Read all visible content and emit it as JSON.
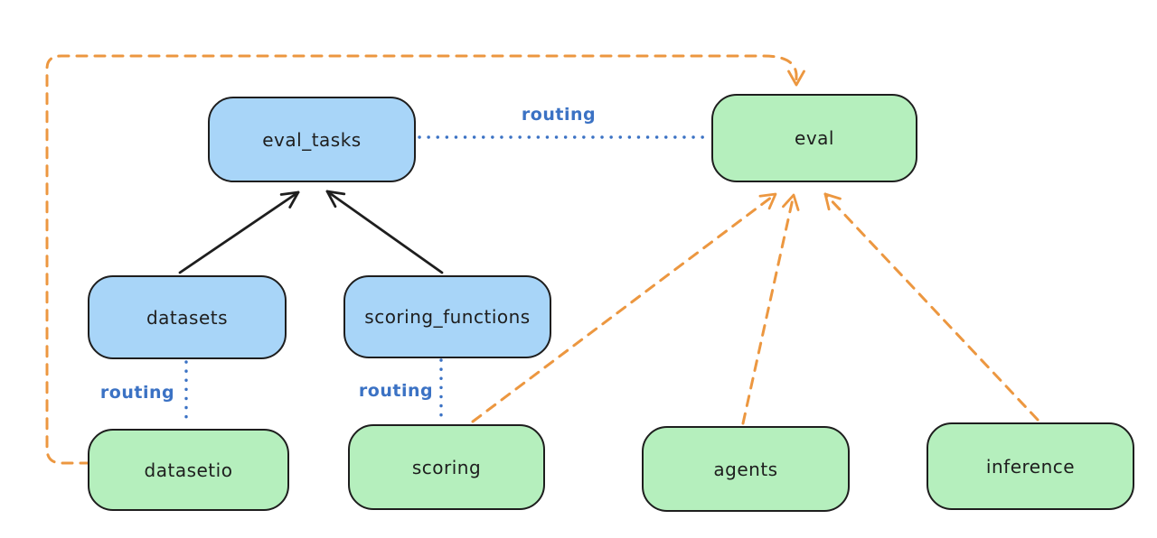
{
  "diagram": {
    "type": "architecture-flow-diagram",
    "background": "#ffffff",
    "colors": {
      "node-border": "#1e1e1e",
      "text": "#1e1e1e",
      "blue-fill": "#a8d5f8",
      "green-fill": "#b5efbd",
      "orange-line": "#ec9740",
      "blue-line": "#3b72c4"
    },
    "nodes": [
      {
        "id": "eval_tasks",
        "label": "eval_tasks",
        "color": "blue"
      },
      {
        "id": "eval",
        "label": "eval",
        "color": "green"
      },
      {
        "id": "datasets",
        "label": "datasets",
        "color": "blue"
      },
      {
        "id": "scoring_functions",
        "label": "scoring_functions",
        "color": "blue"
      },
      {
        "id": "datasetio",
        "label": "datasetio",
        "color": "green"
      },
      {
        "id": "scoring",
        "label": "scoring",
        "color": "green"
      },
      {
        "id": "agents",
        "label": "agents",
        "color": "green"
      },
      {
        "id": "inference",
        "label": "inference",
        "color": "green"
      }
    ],
    "edges": [
      {
        "from": "datasets",
        "to": "eval_tasks",
        "style": "solid",
        "color": "black",
        "arrow": true,
        "label": ""
      },
      {
        "from": "scoring_functions",
        "to": "eval_tasks",
        "style": "solid",
        "color": "black",
        "arrow": true,
        "label": ""
      },
      {
        "from": "eval_tasks",
        "to": "eval",
        "style": "dotted",
        "color": "blue",
        "arrow": false,
        "label": "routing"
      },
      {
        "from": "datasets",
        "to": "datasetio",
        "style": "dotted",
        "color": "blue",
        "arrow": false,
        "label": "routing"
      },
      {
        "from": "scoring_functions",
        "to": "scoring",
        "style": "dotted",
        "color": "blue",
        "arrow": false,
        "label": "routing"
      },
      {
        "from": "datasetio",
        "to": "eval",
        "style": "dashed",
        "color": "orange",
        "arrow": true,
        "label": ""
      },
      {
        "from": "scoring",
        "to": "eval",
        "style": "dashed",
        "color": "orange",
        "arrow": true,
        "label": ""
      },
      {
        "from": "agents",
        "to": "eval",
        "style": "dashed",
        "color": "orange",
        "arrow": true,
        "label": ""
      },
      {
        "from": "inference",
        "to": "eval",
        "style": "dashed",
        "color": "orange",
        "arrow": true,
        "label": ""
      }
    ]
  }
}
